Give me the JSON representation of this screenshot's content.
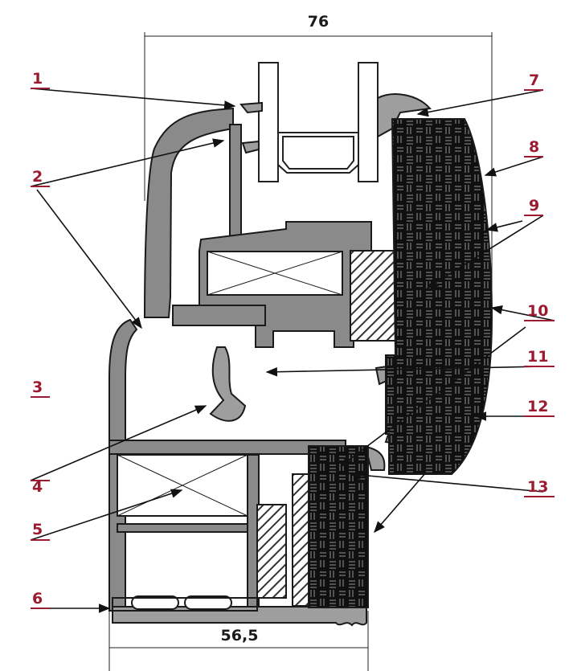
{
  "dimensions": {
    "top": "76",
    "bottom": "56,5"
  },
  "callouts": [
    "1",
    "2",
    "3",
    "4",
    "5",
    "6",
    "7",
    "8",
    "9",
    "10",
    "11",
    "12",
    "13"
  ],
  "colors": {
    "callout": "#9b1b30",
    "profile": "#8a8a8a",
    "outline": "#1a1a1a",
    "insulation": "#111111",
    "seal": "#9e9e9e"
  }
}
